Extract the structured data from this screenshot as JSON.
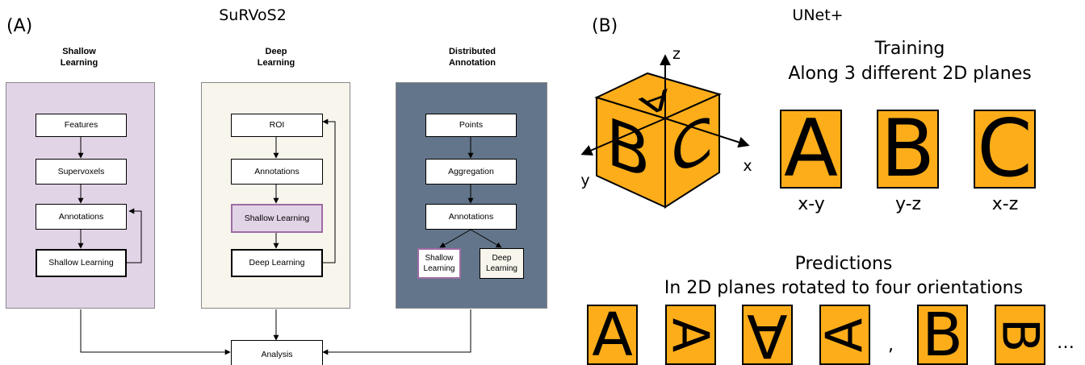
{
  "panel_a": {
    "label": "(A)",
    "title": "SuRVoS2",
    "shallow": {
      "header": "Shallow\nLearning",
      "boxes": [
        "Features",
        "Supervoxels",
        "Annotations",
        "Shallow Learning"
      ]
    },
    "deep": {
      "header": "Deep\nLearning",
      "boxes": [
        "ROI",
        "Annotations",
        "Shallow Learning",
        "Deep Learning"
      ]
    },
    "distributed": {
      "header": "Distributed\nAnnotation",
      "boxes": [
        "Points",
        "Aggregation",
        "Annotations",
        "Shallow\nLearning",
        "Deep\nLearning"
      ]
    },
    "analysis": "Analysis"
  },
  "panel_b": {
    "label": "(B)",
    "title": "UNet+",
    "training_title": "Training",
    "training_subtitle": "Along 3 different 2D planes",
    "axes": {
      "z": "z",
      "x": "x",
      "y": "y"
    },
    "cube_letters": [
      "A",
      "B",
      "C"
    ],
    "training_tiles": [
      {
        "letter": "A",
        "label": "x-y"
      },
      {
        "letter": "B",
        "label": "y-z"
      },
      {
        "letter": "C",
        "label": "x-z"
      }
    ],
    "predictions_title": "Predictions",
    "predictions_subtitle": "In 2D planes rotated to four orientations",
    "prediction_tiles": [
      "A",
      "A",
      "A",
      "A",
      "B",
      "B"
    ],
    "separator": ",",
    "ellipsis": "…"
  },
  "colors": {
    "shallow_panel": "#e2d4e7",
    "deep_panel": "#f7f5ec",
    "distributed_panel": "#63758a",
    "tile_orange": "#fdad19",
    "shallow_highlight": "#e2d4e7"
  }
}
